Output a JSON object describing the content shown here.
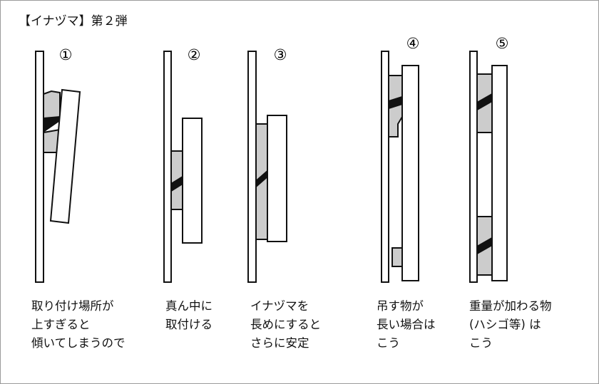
{
  "title": "【イナヅマ】第２弾",
  "panels": [
    {
      "number": "①",
      "caption": [
        "取り付け場所が",
        "上すぎると",
        "傾いてしまうので"
      ]
    },
    {
      "number": "②",
      "caption": [
        "真ん中に",
        "取付ける"
      ]
    },
    {
      "number": "③",
      "caption": [
        "イナヅマを",
        "長めにすると",
        "さらに安定"
      ]
    },
    {
      "number": "④",
      "caption": [
        "吊す物が",
        "長い場合は",
        "こう"
      ]
    },
    {
      "number": "⑤",
      "caption": [
        "重量が加わる物",
        "(ハシゴ等) は",
        "こう"
      ]
    }
  ],
  "colors": {
    "line": "#111111",
    "hanger_fill": "#cccccc",
    "board_fill": "#ffffff"
  }
}
